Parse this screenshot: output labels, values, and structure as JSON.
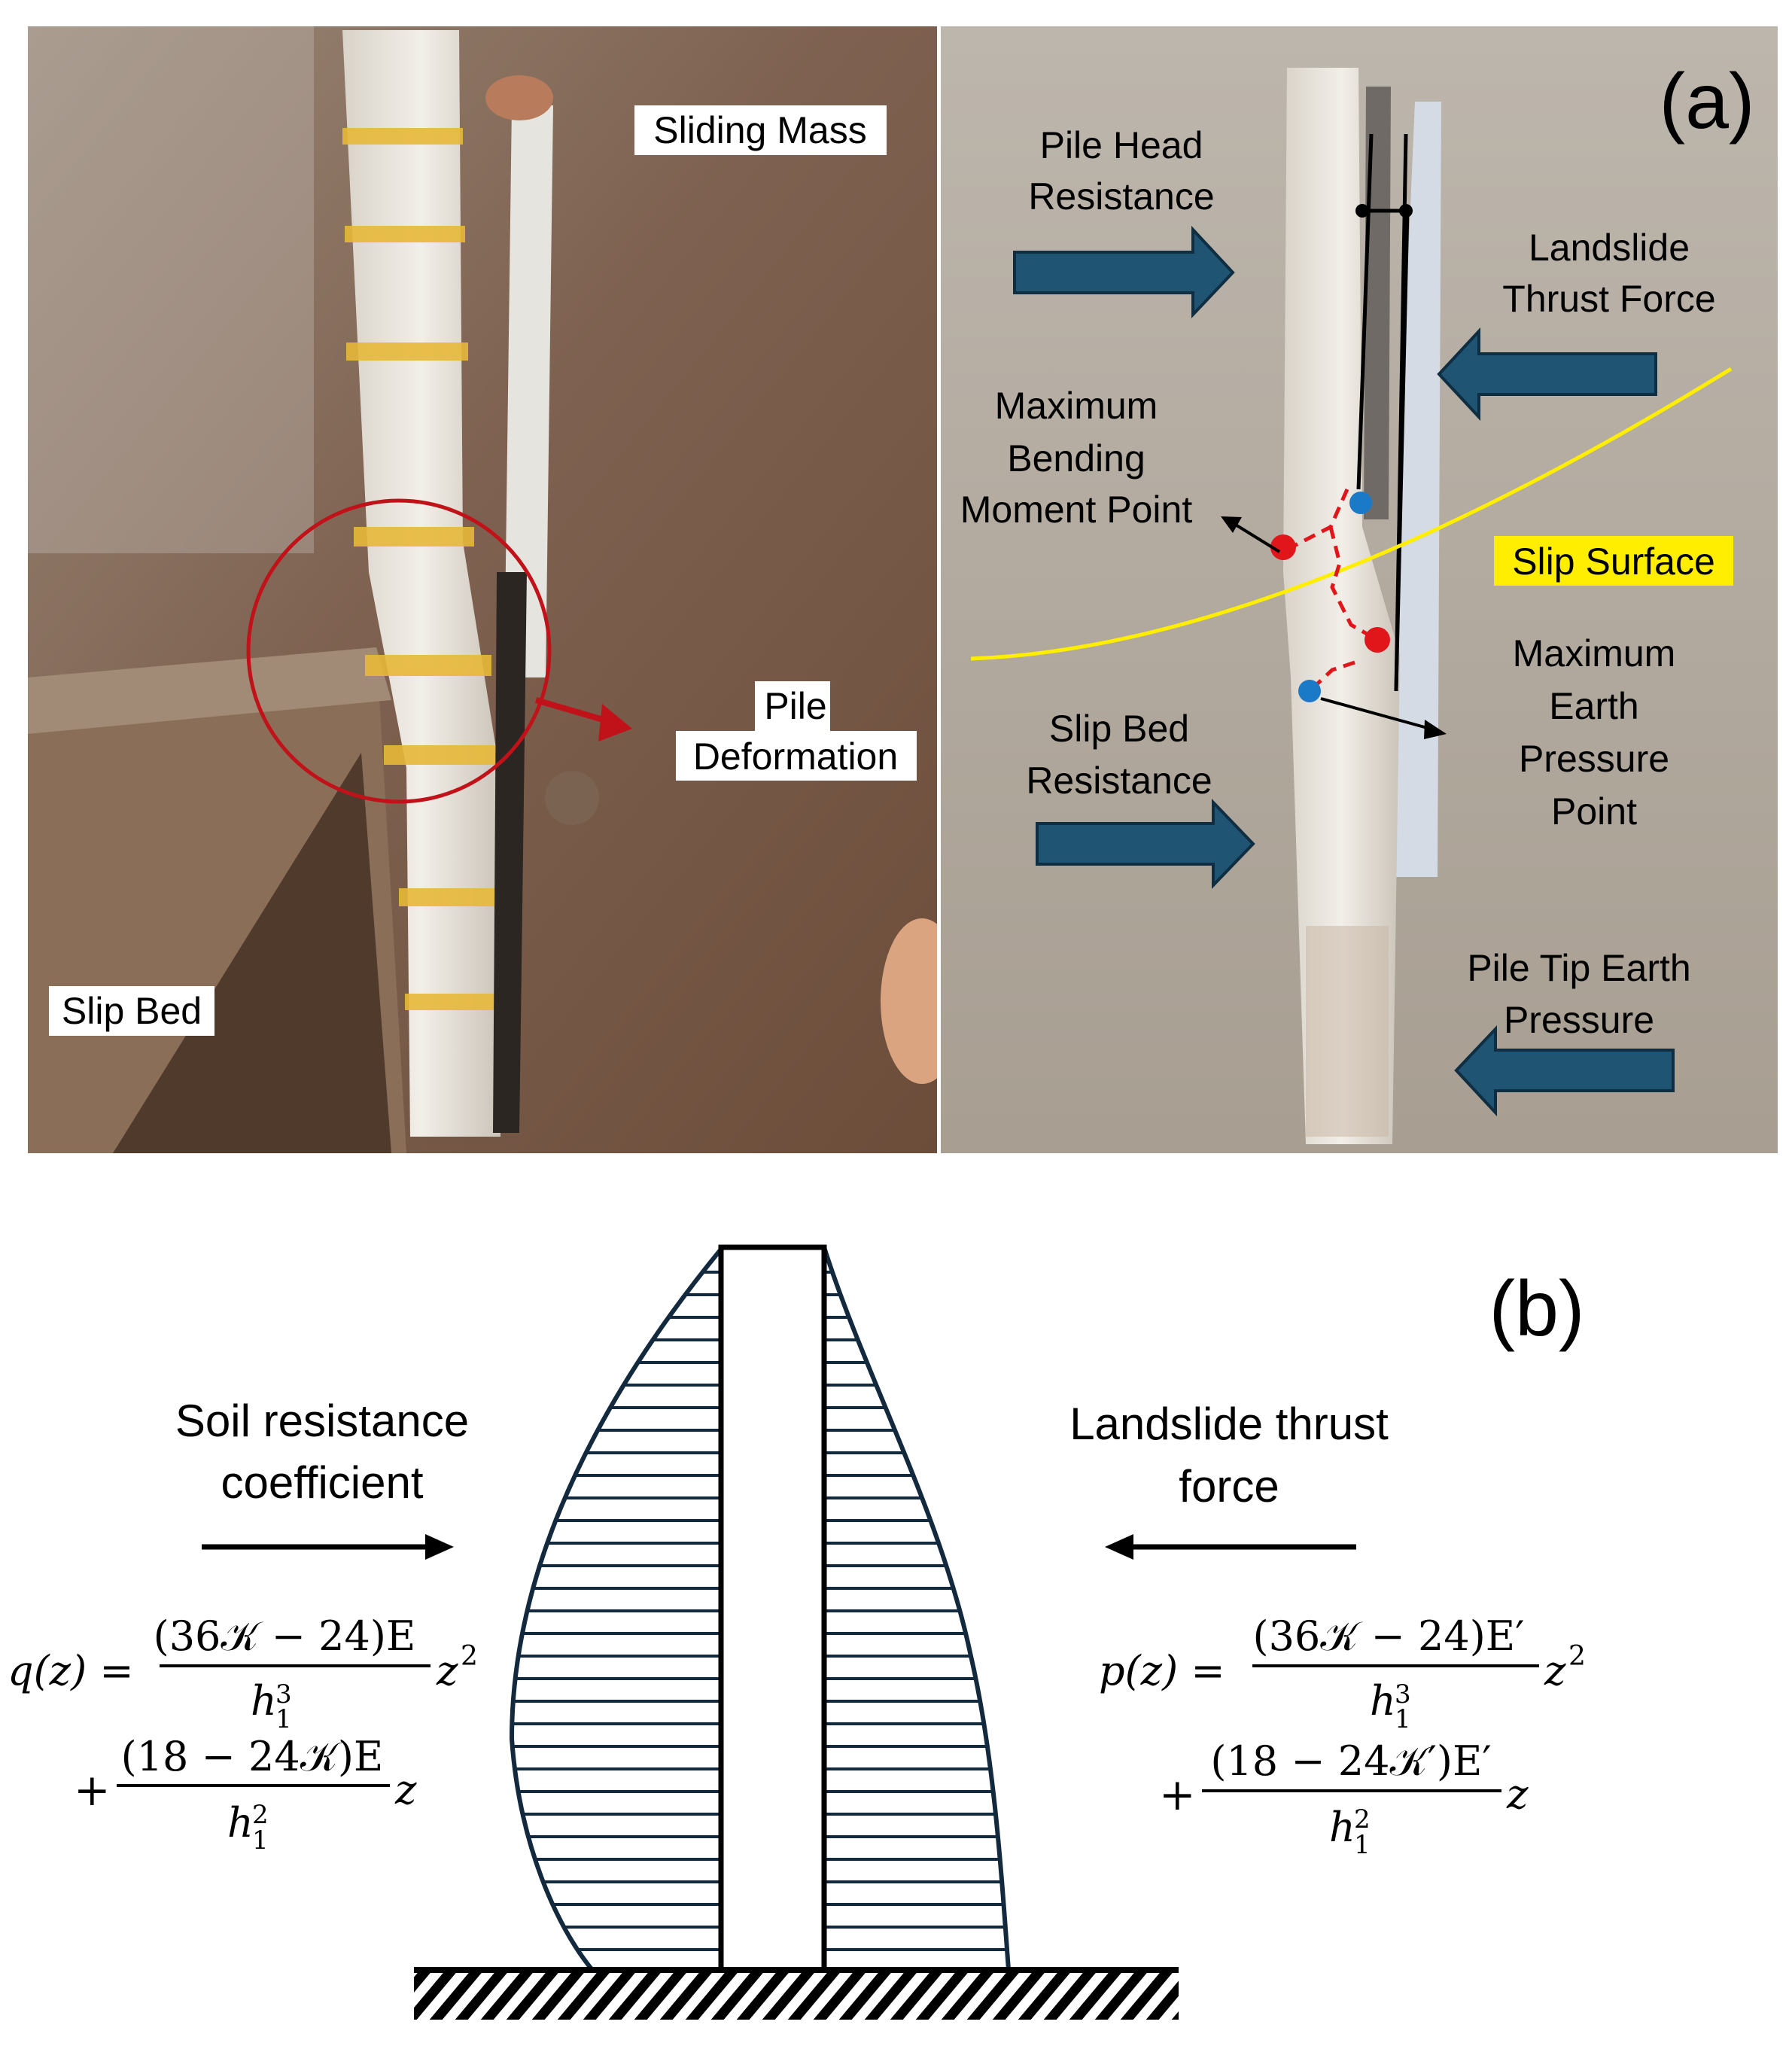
{
  "panel_a": {
    "tag": "(a)",
    "photo_left": {
      "labels": {
        "sliding_mass": "Sliding Mass",
        "pile_deformation": [
          "Pile",
          "Deformation"
        ],
        "slip_bed": "Slip Bed"
      }
    },
    "photo_right": {
      "labels": {
        "pile_head_resistance": [
          "Pile Head",
          "Resistance"
        ],
        "landslide_thrust_force": [
          "Landslide",
          "Thrust Force"
        ],
        "max_bending_moment": [
          "Maximum",
          "Bending",
          "Moment Point"
        ],
        "slip_surface": "Slip Surface",
        "max_earth_pressure": [
          "Maximum",
          "Earth",
          "Pressure",
          "Point"
        ],
        "slip_bed_resistance": [
          "Slip Bed",
          "Resistance"
        ],
        "pile_tip_earth_pressure": [
          "Pile Tip Earth",
          "Pressure"
        ]
      }
    }
  },
  "panel_b": {
    "tag": "(b)",
    "left_title": [
      "Soil resistance",
      "coefficient"
    ],
    "right_title": [
      "Landslide thrust",
      "force"
    ],
    "eq_q": {
      "lhs": "q(z) =",
      "num1": "(36𝒦 − 24)E",
      "den1": "h",
      "den1_sub": "1",
      "den1_sup": "3",
      "tail1": "z",
      "tail1_sup": "2",
      "plus": "+",
      "num2": "(18 − 24𝒦)E",
      "den2": "h",
      "den2_sub": "1",
      "den2_sup": "2",
      "tail2": "z"
    },
    "eq_p": {
      "lhs": "p(z) =",
      "num1": "(36𝒦 − 24)E′",
      "den1": "h",
      "den1_sub": "1",
      "den1_sup": "3",
      "tail1": "z",
      "tail1_sup": "2",
      "plus": "+",
      "num2": "(18 − 24𝒦′)E′",
      "den2": "h",
      "den2_sub": "1",
      "den2_sup": "2",
      "tail2": "z"
    }
  },
  "colors": {
    "arrow_fill": "#1f5573",
    "arrow_stroke": "#0f2e42",
    "slip_surface": "#ffee00",
    "red_marker": "#e0161b",
    "blue_marker": "#1a7ac8",
    "soil": "#7a5c45",
    "ground_right": "#b2aa9f"
  }
}
